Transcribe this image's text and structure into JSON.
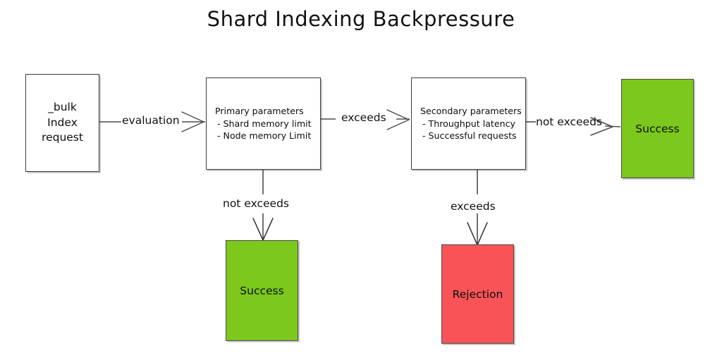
{
  "diagram": {
    "title": "Shard Indexing Backpressure",
    "colors": {
      "success_green": "#7CC81C",
      "rejection_red": "#F85457",
      "box_border": "#3b3b3b",
      "edge_stroke": "#4d4d4d",
      "text": "#0d0d0d",
      "background": "#ffffff"
    },
    "nodes": {
      "request": {
        "name": "bulk-index-request",
        "lines": [
          "_bulk",
          "Index",
          "request"
        ]
      },
      "primary": {
        "name": "primary-parameters",
        "heading": "Primary parameters",
        "items": [
          "- Shard memory limit",
          "- Node memory Limit"
        ]
      },
      "secondary": {
        "name": "secondary-parameters",
        "heading": "Secondary parameters",
        "items": [
          "- Throughput latency",
          "- Successful requests"
        ]
      },
      "success_right": {
        "name": "success-right",
        "label": "Success",
        "color": "#7CC81C"
      },
      "success_bottom": {
        "name": "success-bottom",
        "label": "Success",
        "color": "#7CC81C"
      },
      "rejection": {
        "name": "rejection",
        "label": "Rejection",
        "color": "#F85457"
      }
    },
    "edges": {
      "evaluation": "evaluation",
      "primary_exceeds": "exceeds",
      "primary_not_exceeds": "not exceeds",
      "secondary_not_exceeds": "not exceeds",
      "secondary_exceeds": "exceeds"
    }
  }
}
